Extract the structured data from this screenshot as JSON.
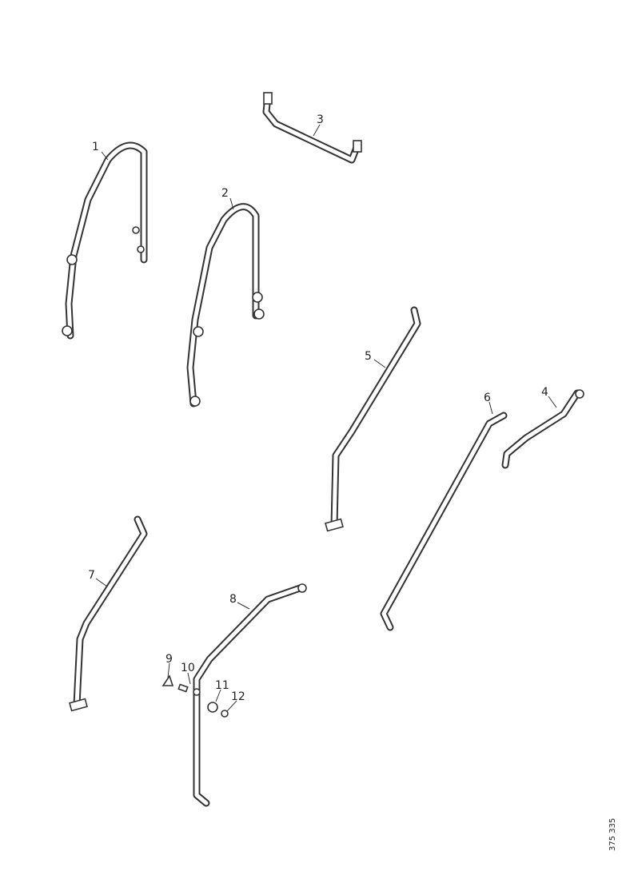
{
  "labels": {
    "p1": "1",
    "p2": "2",
    "p3": "3",
    "p4": "4",
    "p5": "5",
    "p6": "6",
    "p7": "7",
    "p8": "8",
    "p9": "9",
    "p10": "10",
    "p11": "11",
    "p12": "12"
  },
  "doc_number": "375 335"
}
